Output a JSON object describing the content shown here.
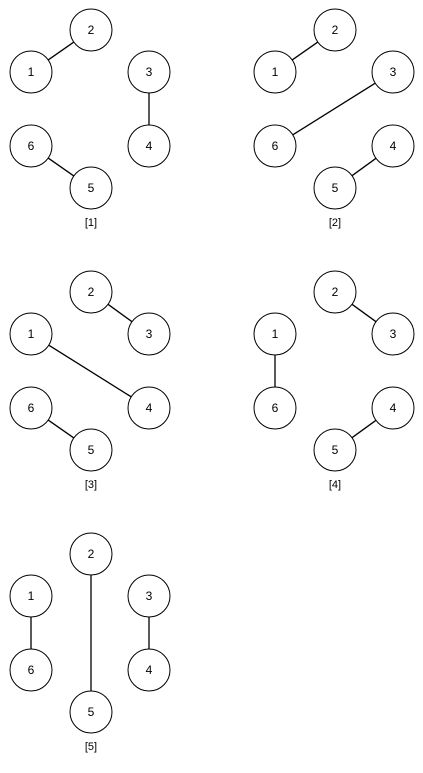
{
  "diagram": {
    "nodes": [
      "1",
      "2",
      "3",
      "4",
      "5",
      "6"
    ],
    "panels": [
      {
        "label": "[1]",
        "edges": [
          [
            "1",
            "2"
          ],
          [
            "3",
            "4"
          ],
          [
            "5",
            "6"
          ]
        ]
      },
      {
        "label": "[2]",
        "edges": [
          [
            "1",
            "2"
          ],
          [
            "3",
            "6"
          ],
          [
            "4",
            "5"
          ]
        ]
      },
      {
        "label": "[3]",
        "edges": [
          [
            "2",
            "3"
          ],
          [
            "1",
            "4"
          ],
          [
            "5",
            "6"
          ]
        ]
      },
      {
        "label": "[4]",
        "edges": [
          [
            "2",
            "3"
          ],
          [
            "1",
            "6"
          ],
          [
            "4",
            "5"
          ]
        ]
      },
      {
        "label": "[5]",
        "edges": [
          [
            "2",
            "5"
          ],
          [
            "1",
            "6"
          ],
          [
            "3",
            "4"
          ]
        ]
      }
    ]
  }
}
